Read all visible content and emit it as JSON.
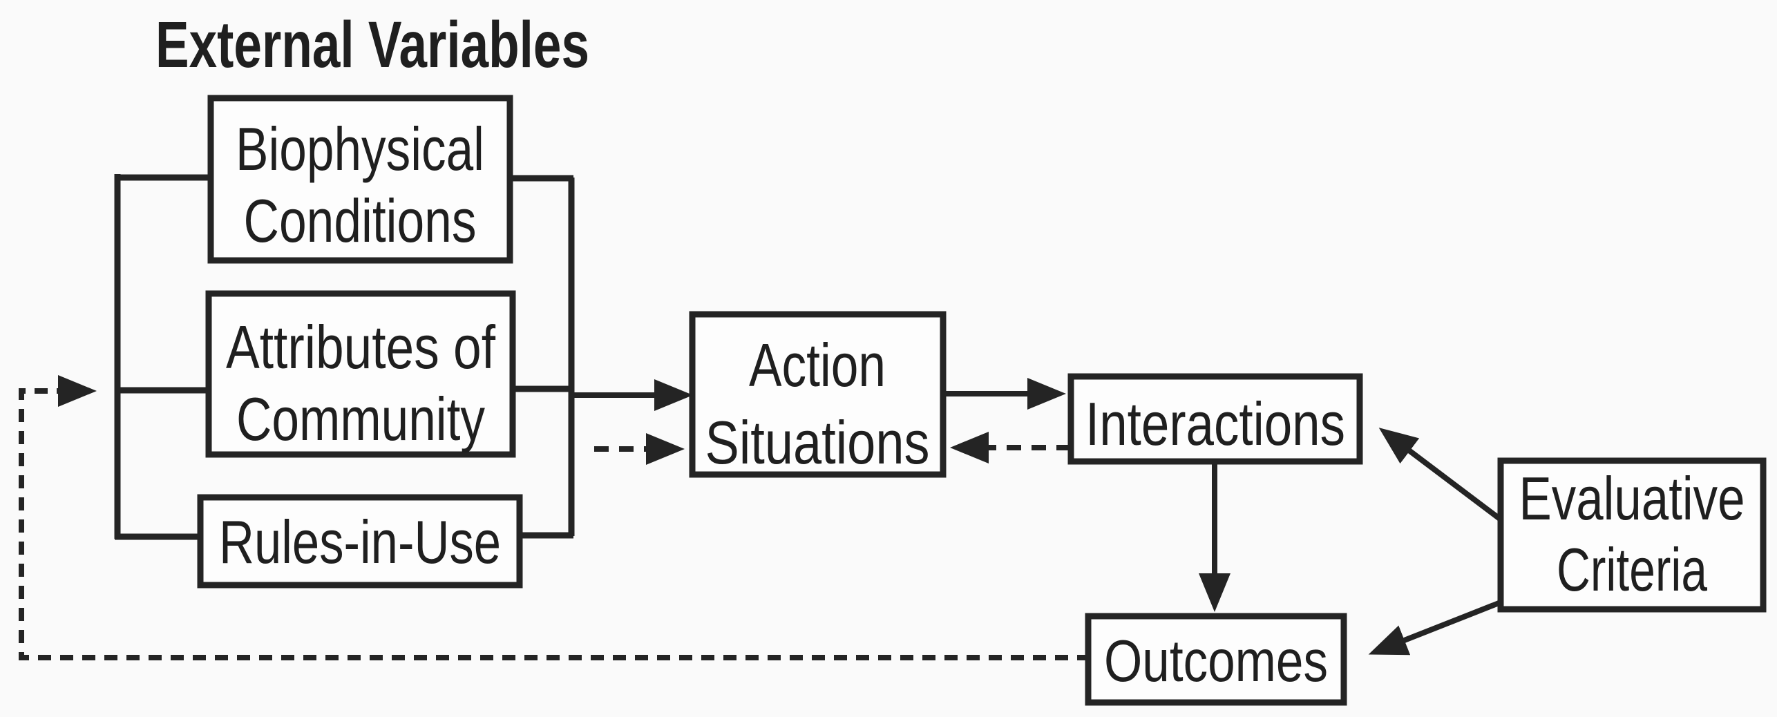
{
  "title": "External Variables",
  "colors": {
    "ink": "#242424",
    "background": "#fafafa",
    "box_fill": "#fdfdfd"
  },
  "boxes": {
    "biophysical": {
      "lines": [
        "Biophysical",
        "Conditions"
      ]
    },
    "attributes": {
      "lines": [
        "Attributes of",
        "Community"
      ]
    },
    "rules": {
      "label": "Rules-in-Use"
    },
    "action": {
      "lines": [
        "Action",
        "Situations"
      ]
    },
    "interactions": {
      "label": "Interactions"
    },
    "outcomes": {
      "label": "Outcomes"
    },
    "evaluative": {
      "lines": [
        "Evaluative",
        "Criteria"
      ]
    }
  },
  "edges": [
    {
      "from": "external-variables",
      "to": "action-situations",
      "style": "solid"
    },
    {
      "from": "external-variables",
      "to": "action-situations",
      "style": "dashed"
    },
    {
      "from": "action-situations",
      "to": "interactions",
      "style": "solid"
    },
    {
      "from": "interactions",
      "to": "action-situations",
      "style": "dashed"
    },
    {
      "from": "interactions",
      "to": "outcomes",
      "style": "solid"
    },
    {
      "from": "evaluative-criteria",
      "to": "interactions",
      "style": "solid"
    },
    {
      "from": "evaluative-criteria",
      "to": "outcomes",
      "style": "solid"
    },
    {
      "from": "outcomes",
      "to": "external-variables",
      "style": "dashed-feedback"
    }
  ]
}
